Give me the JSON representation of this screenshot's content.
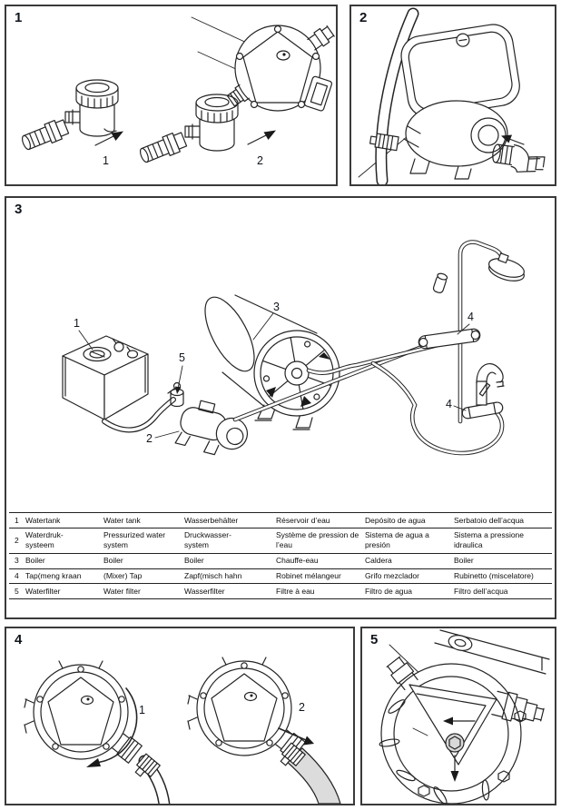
{
  "panels": {
    "p1": {
      "number": "1",
      "steps": [
        "1",
        "2"
      ]
    },
    "p2": {
      "number": "2"
    },
    "p3": {
      "number": "3",
      "labels": {
        "tank": "1",
        "pump": "2",
        "boiler": "3",
        "shower": "4",
        "tap": "4",
        "filter": "5"
      }
    },
    "p4": {
      "number": "4",
      "steps": [
        "1",
        "2"
      ]
    },
    "p5": {
      "number": "5"
    }
  },
  "table": {
    "rows": [
      {
        "num": "1",
        "cells": [
          "Watertank",
          "Water tank",
          "Wasserbehälter",
          "Réservoir d’eau",
          "Depósito de agua",
          "Serbatoio dell’acqua"
        ]
      },
      {
        "num": "2",
        "cells": [
          "Waterdruk-\nsysteem",
          "Pressurized water system",
          "Druckwasser-\nsystem",
          "Système de pression de l’eau",
          "Sistema de agua a presión",
          "Sistema a pressione idraulica"
        ]
      },
      {
        "num": "3",
        "cells": [
          "Boiler",
          "Boiler",
          "Boiler",
          "Chauffe-eau",
          "Caldera",
          "Boiler"
        ]
      },
      {
        "num": "4",
        "cells": [
          "Tap(meng kraan",
          "(Mixer) Tap",
          "Zapf(misch hahn",
          "Robinet mélangeur",
          "Grifo mezclador",
          "Rubinetto (miscelatore)"
        ]
      },
      {
        "num": "5",
        "cells": [
          "Waterfilter",
          "Water filter",
          "Wasserfilter",
          "Filtre à eau",
          "Filtro de agua",
          "Filtro dell’acqua"
        ]
      }
    ]
  },
  "colors": {
    "line": "#242424",
    "hose_fill": "#dcdcdc",
    "plug_fill": "#d8d8d8"
  }
}
